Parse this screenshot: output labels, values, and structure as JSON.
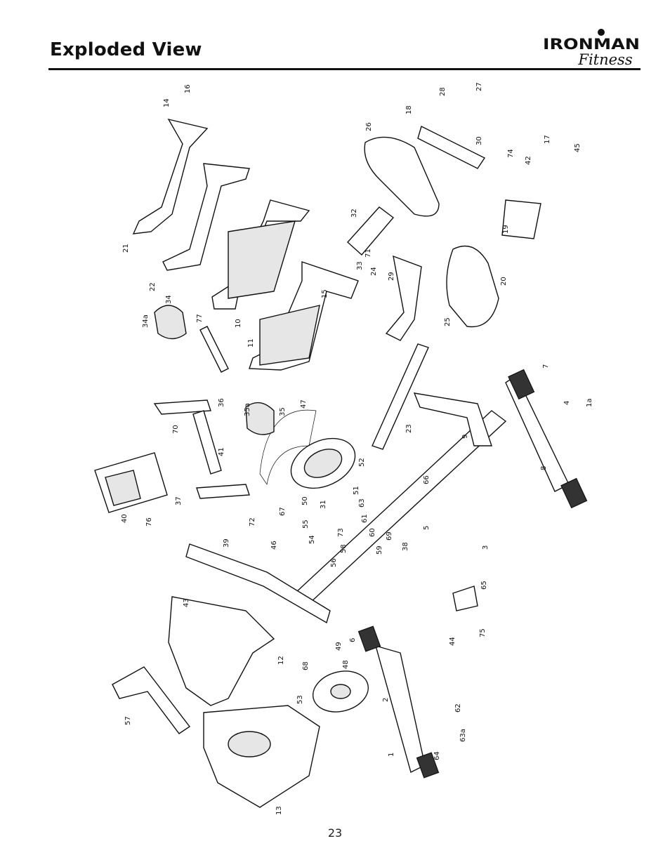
{
  "header": {
    "title": "Exploded View"
  },
  "brand": {
    "logo_icon": "ironman-fitness-logo",
    "logo_top": "IRONMAN",
    "logo_bottom": "Fitness"
  },
  "diagram": {
    "callouts": [
      "1",
      "2",
      "3",
      "4",
      "5",
      "6",
      "7",
      "8",
      "9",
      "10",
      "11",
      "12",
      "13",
      "14",
      "15",
      "16",
      "17",
      "18",
      "19",
      "20",
      "21",
      "22",
      "23",
      "24",
      "25",
      "26",
      "27",
      "28",
      "29",
      "30",
      "31",
      "32",
      "33",
      "34",
      "34a",
      "35",
      "35a",
      "36",
      "37",
      "38",
      "39",
      "40",
      "41",
      "42",
      "43",
      "44",
      "45",
      "46",
      "47",
      "48",
      "49",
      "50",
      "51",
      "52",
      "53",
      "54",
      "55",
      "56",
      "57",
      "58",
      "59",
      "60",
      "61",
      "62",
      "63",
      "63a",
      "64",
      "65",
      "66",
      "67",
      "68",
      "69",
      "70",
      "71",
      "72",
      "73",
      "74",
      "75",
      "76",
      "77",
      "1a"
    ]
  },
  "footer": {
    "page_number": "23"
  }
}
